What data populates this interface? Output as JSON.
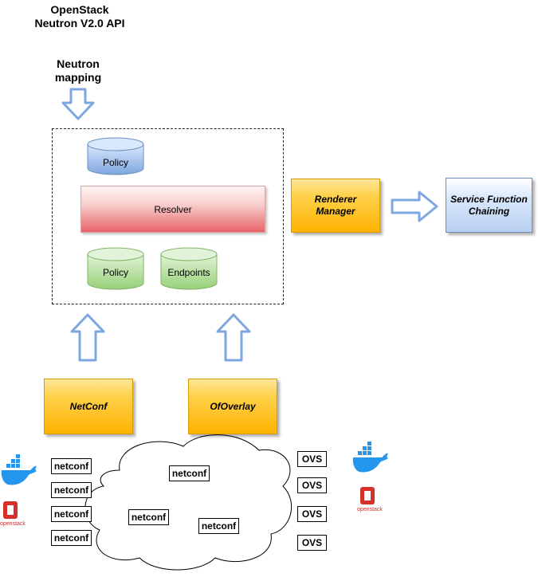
{
  "header": {
    "title_line1": "OpenStack",
    "title_line2": "Neutron V2.0 API",
    "mapping_line1": "Neutron",
    "mapping_line2": "mapping"
  },
  "core": {
    "policy_top": "Policy",
    "resolver": "Resolver",
    "policy_bottom": "Policy",
    "endpoints": "Endpoints"
  },
  "renderer_manager": "Renderer Manager",
  "service_function_chaining": "Service Function Chaining",
  "renderers": {
    "netconf": "NetConf",
    "ofoverlay": "OfOverlay"
  },
  "left_boxes": [
    "netconf",
    "netconf",
    "netconf",
    "netconf"
  ],
  "cloud_boxes": [
    "netconf",
    "netconf",
    "netconf"
  ],
  "ovs_boxes": [
    "OVS",
    "OVS",
    "OVS",
    "OVS"
  ],
  "logos": {
    "openstack_caption": "openstack"
  },
  "colors": {
    "arrow_stroke": "#7ea6e0",
    "blue_cylinder": "#a9c4eb",
    "green_cylinder": "#b9e0a5",
    "orange": "#ffb300",
    "docker_blue": "#2496ed",
    "openstack_red": "#d6302b"
  }
}
